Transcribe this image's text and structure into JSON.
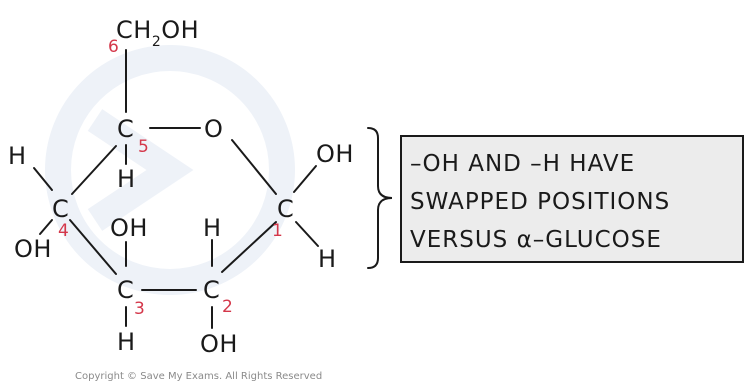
{
  "atoms": {
    "ch2": "CH",
    "ch2_sub": "2",
    "ch2_oh": "OH",
    "c5": "C",
    "o_ring": "O",
    "h_c5": "H",
    "h_c4": "H",
    "c4": "C",
    "oh_c4": "OH",
    "oh_c3": "OH",
    "c3": "C",
    "h_c3": "H",
    "h_c2": "H",
    "c2": "C",
    "oh_c2": "OH",
    "c1": "C",
    "oh_c1": "OH",
    "h_c1": "H"
  },
  "carbon_numbers": {
    "n1": "1",
    "n2": "2",
    "n3": "3",
    "n4": "4",
    "n5": "5",
    "n6": "6"
  },
  "note_box": {
    "line1": "–OH AND –H HAVE",
    "line2": "SWAPPED POSITIONS",
    "line3": "VERSUS α–GLUCOSE"
  },
  "copyright": "Copyright © Save My Exams. All Rights Reserved",
  "colors": {
    "ink": "#1a1a1a",
    "carbon_number": "#d4374a",
    "box_fill": "#ececec",
    "watermark": "#eef2f8"
  }
}
